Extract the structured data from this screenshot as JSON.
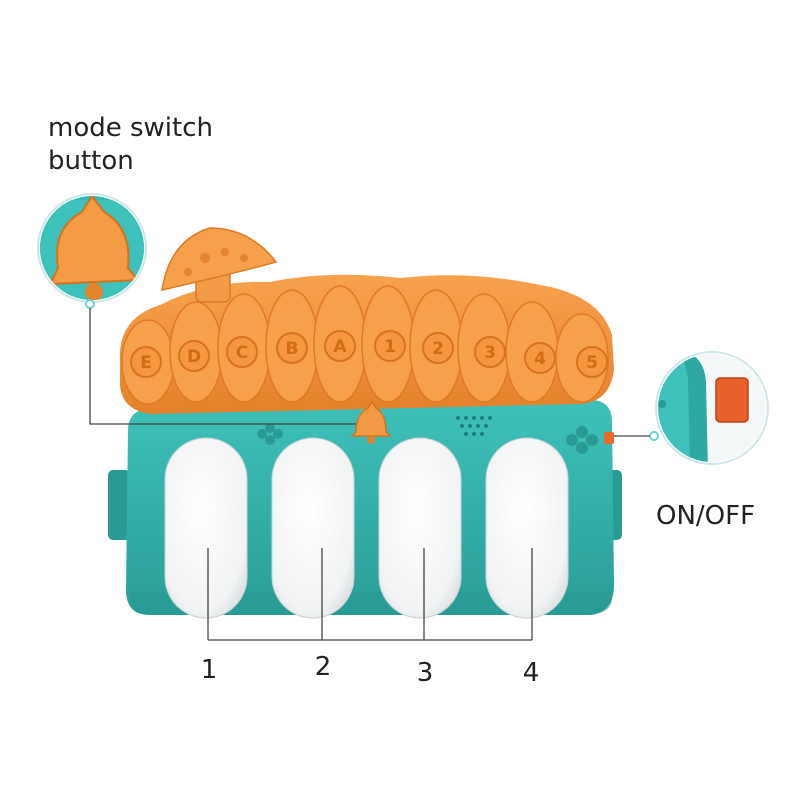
{
  "labels": {
    "mode_switch": "mode switch button",
    "on_off": "ON/OFF"
  },
  "roof_letters": [
    "E",
    "D",
    "C",
    "B",
    "A",
    "1",
    "2",
    "3",
    "4",
    "5"
  ],
  "keys": [
    {
      "number": "1"
    },
    {
      "number": "2"
    },
    {
      "number": "3"
    },
    {
      "number": "4"
    }
  ],
  "colors": {
    "roof": "#F5933A",
    "roof_dark": "#E07A22",
    "body": "#33B5AE",
    "body_dark": "#2A9A94",
    "key": "#FFFFFF",
    "line": "#444444",
    "callout_ring": "#6FD3D0"
  }
}
